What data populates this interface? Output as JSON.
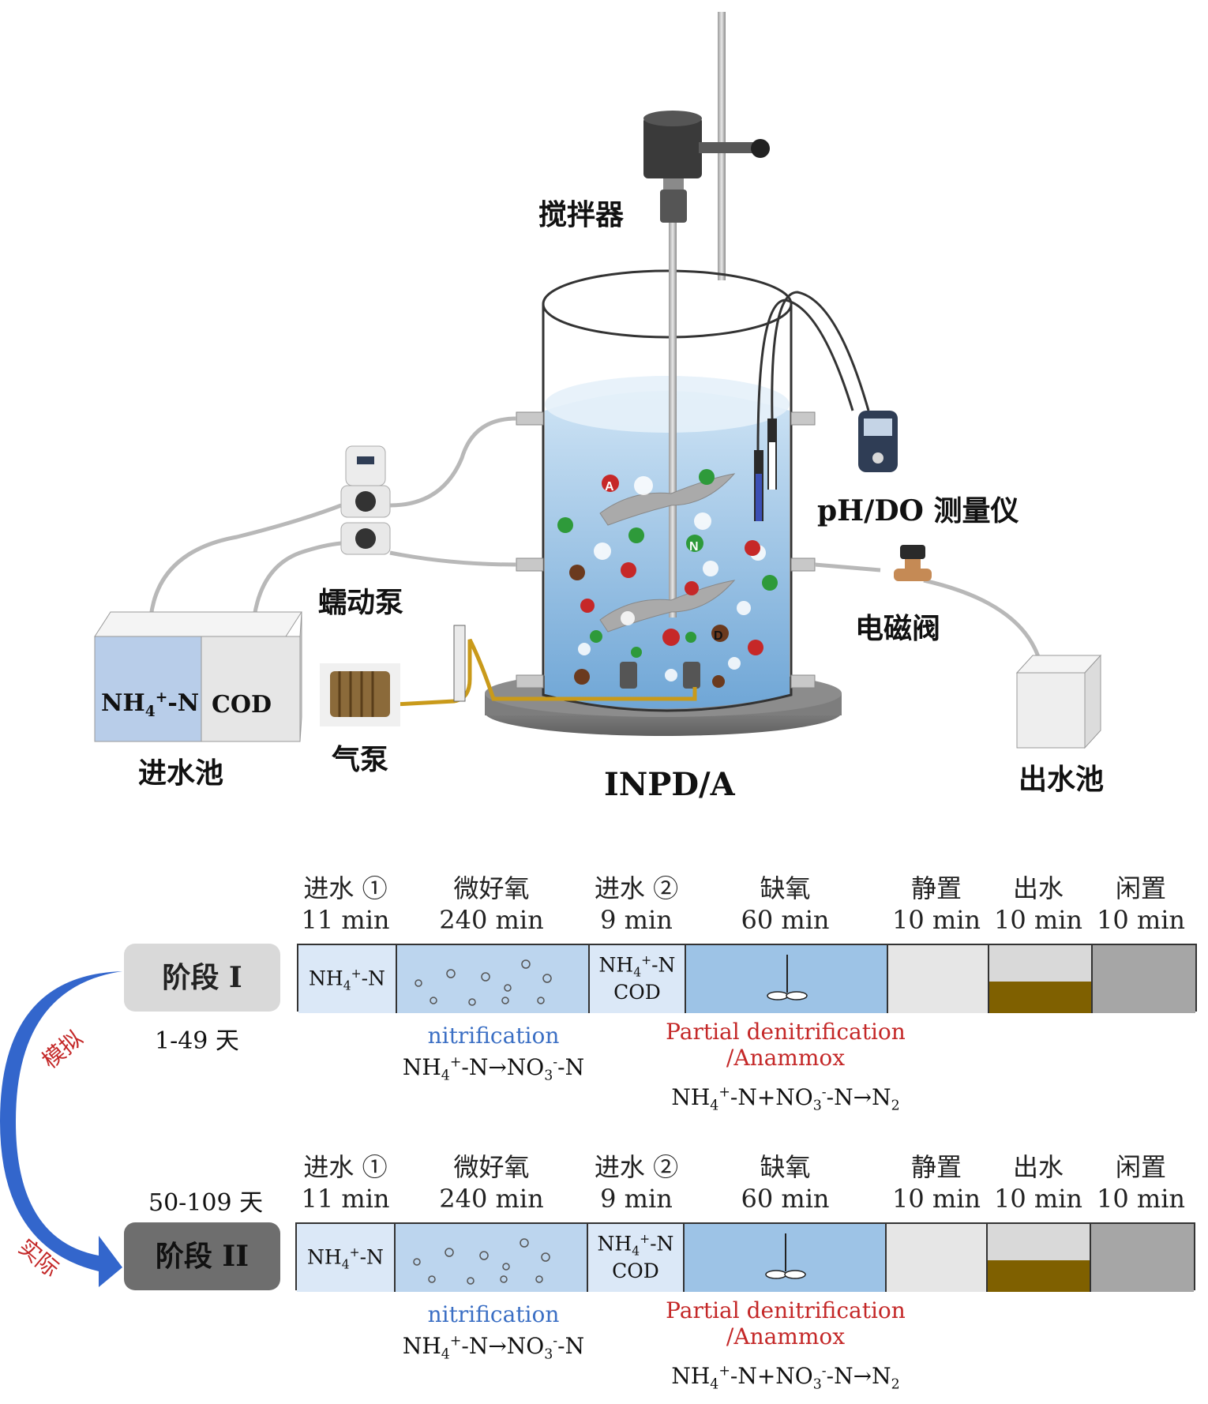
{
  "apparatus": {
    "stirrer_label": "搅拌器",
    "meter_label": "pH/DO 测量仪",
    "pump_label": "蠕动泵",
    "valve_label": "电磁阀",
    "inlet_tank_label": "进水池",
    "inlet_ammonium": "NH4+-N",
    "inlet_cod": "COD",
    "air_pump_label": "气泵",
    "reactor_label": "INPD/A",
    "outlet_tank_label": "出水池",
    "bacteria_labels": [
      "A",
      "N",
      "D"
    ]
  },
  "phases": [
    {
      "name": "进水 ①",
      "duration": "11 min"
    },
    {
      "name": "微好氧",
      "duration": "240 min"
    },
    {
      "name": "进水 ②",
      "duration": "9 min"
    },
    {
      "name": "缺氧",
      "duration": "60 min"
    },
    {
      "name": "静置",
      "duration": "10 min"
    },
    {
      "name": "出水",
      "duration": "10 min"
    },
    {
      "name": "闲置",
      "duration": "10 min"
    }
  ],
  "cells": {
    "feed1": "NH4+-N",
    "feed2_line1": "NH4+-N",
    "feed2_line2": "COD"
  },
  "stages": [
    {
      "name": "阶段 I",
      "days": "1-49 天"
    },
    {
      "name": "阶段 II",
      "days": "50-109 天"
    }
  ],
  "arrow": {
    "top_label": "模拟",
    "bottom_label": "实际"
  },
  "reactions": {
    "nitrification_title": "nitrification",
    "nitrification_eq": "NH4+-N→NO3--N",
    "pda_title_line1": "Partial denitrification",
    "pda_title_line2": "/Anammox",
    "pda_eq": "NH4+-N+NO3--N→N2"
  },
  "colors": {
    "feed1": "#dbe8f7",
    "micro_aerobic": "#bcd5ee",
    "feed2": "#dbe8f7",
    "anoxic": "#9dc3e6",
    "settle": "#e6e6e6",
    "effluent_top": "#d9d9d9",
    "effluent_sludge": "#7f6000",
    "idle": "#a6a6a6",
    "stage1_badge": "#d9d9d9",
    "stage2_badge": "#6e6e6e",
    "arrow": "#3366cc",
    "reaction_blue": "#3b6fc4",
    "reaction_red": "#c42828"
  }
}
